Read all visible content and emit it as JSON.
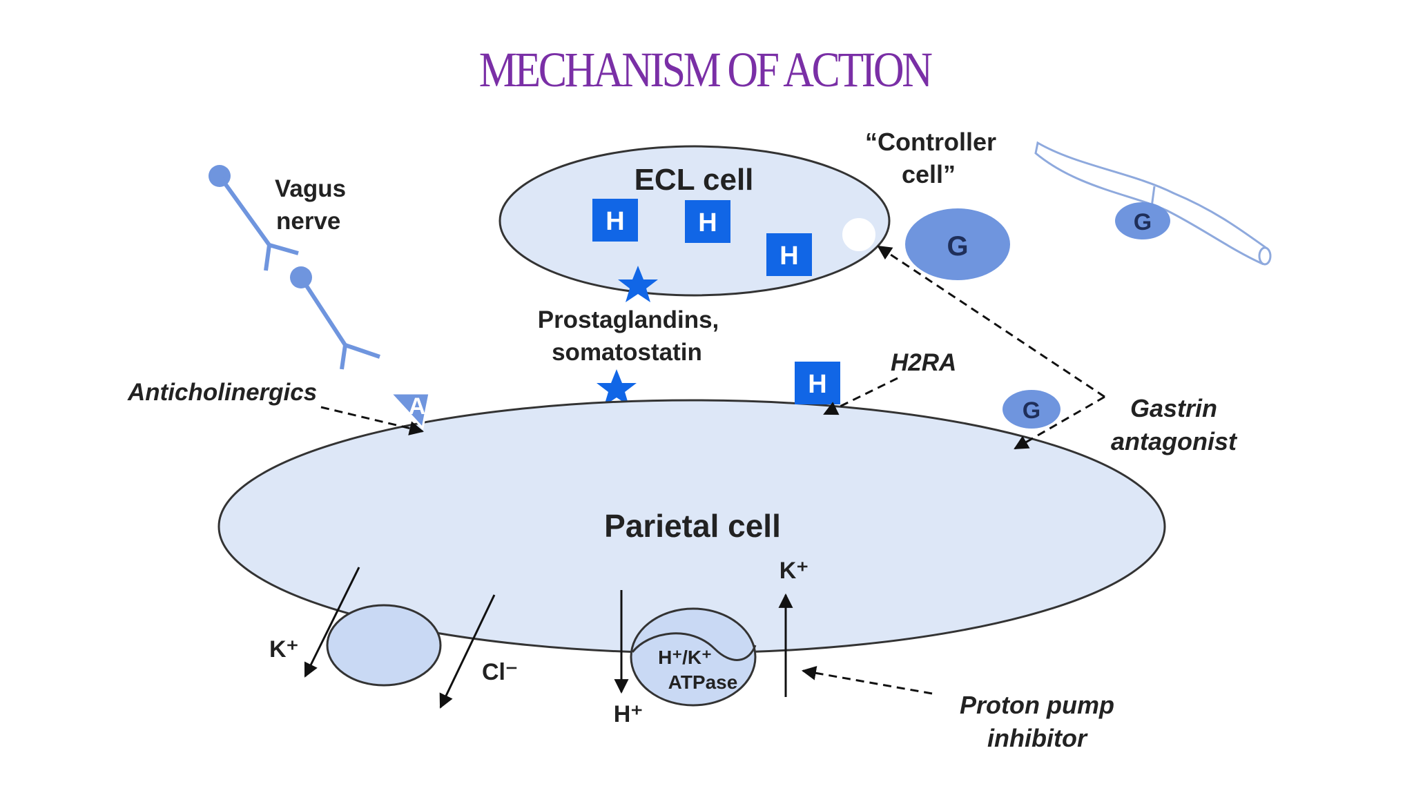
{
  "title": "MECHANISM OF ACTION",
  "labels": {
    "vagus_line1": "Vagus",
    "vagus_line2": "nerve",
    "ecl_cell": "ECL cell",
    "controller_line1": "“Controller",
    "controller_line2": "cell”",
    "prostaglandins_line1": "Prostaglandins,",
    "prostaglandins_line2": "somatostatin",
    "h2ra": "H2RA",
    "anticholinergics": "Anticholinergics",
    "gastrin_line1": "Gastrin",
    "gastrin_line2": "antagonist",
    "parietal_cell": "Parietal cell",
    "k_plus_left": "K⁺",
    "cl_minus": "Cl⁻",
    "h_plus": "H⁺",
    "k_plus_right": "K⁺",
    "atpase_line1": "H⁺/K⁺",
    "atpase_line2": "ATPase",
    "ppi_line1": "Proton pump",
    "ppi_line2": "inhibitor"
  },
  "badges": {
    "histamine": "H",
    "gastrin": "G",
    "acetylcholine": "A"
  },
  "colors": {
    "title": "#7a2fa6",
    "cell_fill": "#dde7f7",
    "badge_blue": "#1166e6",
    "nerve": "#6f95de",
    "gastrin_fill": "#6f95de"
  }
}
